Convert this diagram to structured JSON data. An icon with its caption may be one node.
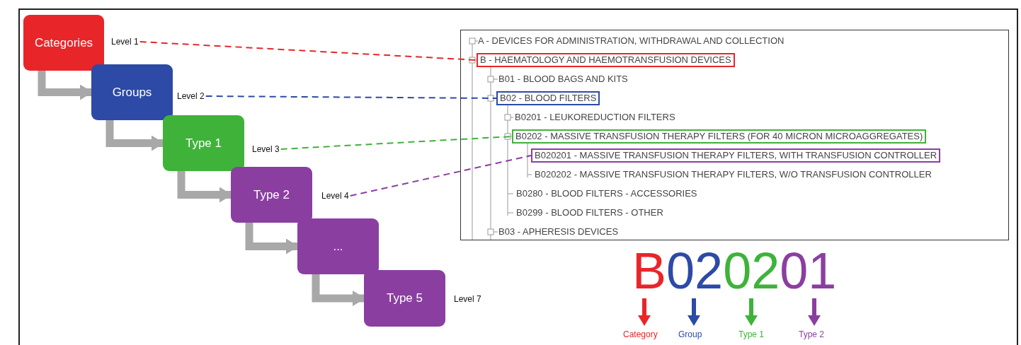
{
  "diagram": {
    "nodes": [
      {
        "text": [
          "Categories"
        ]
      },
      {
        "text": [
          "Level 1"
        ]
      },
      {
        "text": [
          "Groups"
        ]
      },
      {
        "text": [
          "Level 2"
        ]
      },
      {
        "text": [
          "Type 1"
        ]
      },
      {
        "text": [
          "Level 3"
        ]
      },
      {
        "text": [
          "Type 2"
        ]
      },
      {
        "text": [
          "Level 4"
        ]
      },
      {
        "text": [
          "..."
        ]
      },
      {
        "text": [
          "Type 5"
        ]
      },
      {
        "text": [
          "Level 7"
        ]
      },
      {
        "text": [],
        "shape": "box"
      },
      {
        "text": [
          "B - HAEMATOLOGY AND HAEMOTRANSFUSION DEVICES"
        ],
        "in": 11
      },
      {
        "text": [
          "B02 - BLOOD FILTERS"
        ],
        "in": 11
      },
      {
        "text": [
          "B0202 - MASSIVE TRANSFUSION THERAPY FILTERS (FOR 40 MICRON MICROAGGREGATES)"
        ],
        "in": 11
      },
      {
        "text": [
          "B020201 - MASSIVE TRANSFUSION THERAPY FILTERS, WITH TRANSFUSION CONTROLLER"
        ],
        "in": 11
      }
    ],
    "edges": [
      {
        "from": 0,
        "to": 2,
        "arrow": "to"
      },
      {
        "from": 2,
        "to": 4,
        "arrow": "to"
      },
      {
        "from": 4,
        "to": 6,
        "arrow": "to"
      },
      {
        "from": 6,
        "to": 8,
        "arrow": "to"
      },
      {
        "from": 8,
        "to": 9,
        "arrow": "to"
      },
      {
        "from": 1,
        "to": 12,
        "arrow": "none",
        "style": "dashed",
        "color": "#e8262a"
      },
      {
        "from": 3,
        "to": 13,
        "arrow": "none",
        "style": "dashed",
        "color": "#2c4aa6"
      },
      {
        "from": 5,
        "to": 14,
        "arrow": "none",
        "style": "dashed",
        "color": "#3fb23a"
      },
      {
        "from": 7,
        "to": 15,
        "arrow": "none",
        "style": "dashed",
        "color": "#8a3fa0"
      }
    ],
    "labels": [
      "A - DEVICES FOR ADMINISTRATION, WITHDRAWAL AND COLLECTION",
      "B01 - BLOOD BAGS AND KITS",
      "B0201 - LEUKOREDUCTION FILTERS",
      "B020202 - MASSIVE TRANSFUSION THERAPY FILTERS, W/O TRANSFUSION CONTROLLER",
      "B0280 - BLOOD FILTERS - ACCESSORIES",
      "B0299 - BLOOD FILTERS - OTHER",
      "B03 - APHERESIS DEVICES",
      "B",
      "02",
      "02",
      "01",
      "Category",
      "Group",
      "Type 1",
      "Type 2"
    ]
  }
}
